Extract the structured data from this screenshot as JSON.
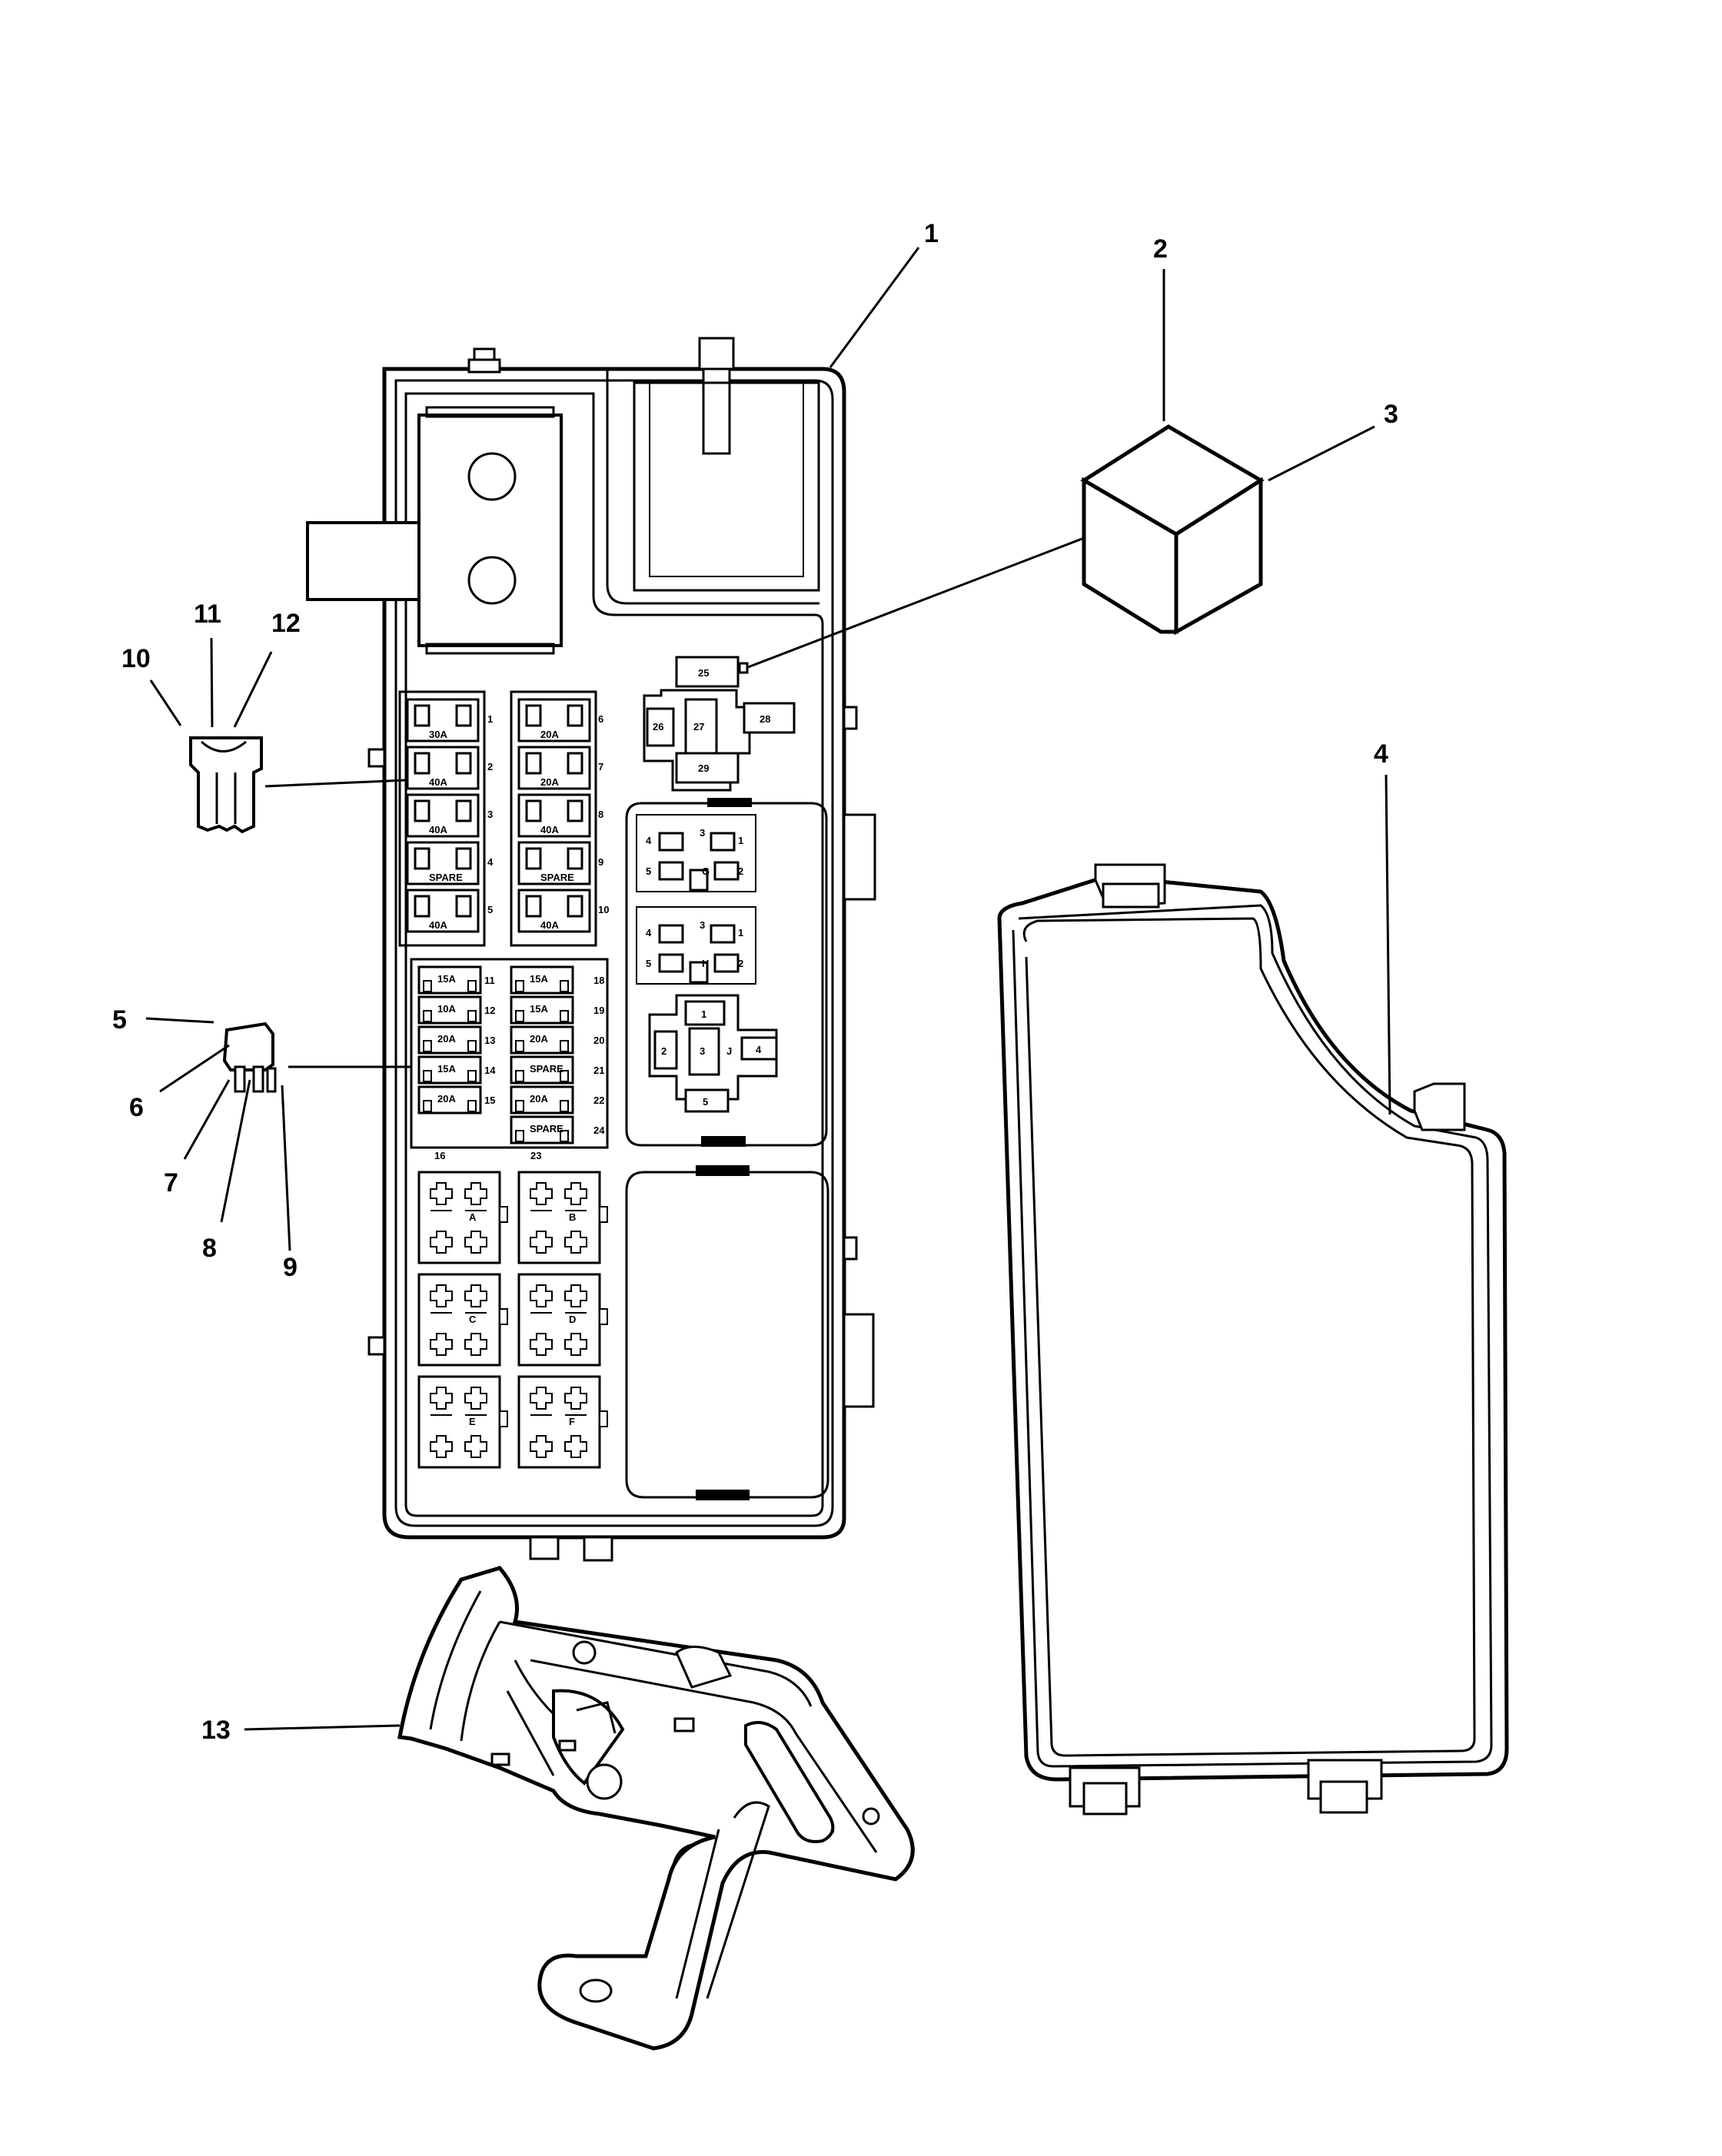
{
  "callouts": [
    "1",
    "2",
    "3",
    "4",
    "5",
    "6",
    "7",
    "8",
    "9",
    "10",
    "11",
    "12",
    "13"
  ],
  "upper_fuses_left": [
    {
      "rating": "30A",
      "no": "1"
    },
    {
      "rating": "40A",
      "no": "2"
    },
    {
      "rating": "40A",
      "no": "3"
    },
    {
      "rating": "SPARE",
      "no": "4"
    },
    {
      "rating": "40A",
      "no": "5"
    }
  ],
  "upper_fuses_right": [
    {
      "rating": "20A",
      "no": "6"
    },
    {
      "rating": "20A",
      "no": "7"
    },
    {
      "rating": "40A",
      "no": "8"
    },
    {
      "rating": "SPARE",
      "no": "9"
    },
    {
      "rating": "40A",
      "no": "10"
    }
  ],
  "mini_fuses_left": [
    {
      "rating": "15A",
      "no": "11"
    },
    {
      "rating": "10A",
      "no": "12"
    },
    {
      "rating": "20A",
      "no": "13"
    },
    {
      "rating": "15A",
      "no": "14"
    },
    {
      "rating": "20A",
      "no": "15"
    }
  ],
  "mini_fuses_right": [
    {
      "rating": "15A",
      "no": "18"
    },
    {
      "rating": "15A",
      "no": "19"
    },
    {
      "rating": "20A",
      "no": "20"
    },
    {
      "rating": "SPARE",
      "no": "21"
    },
    {
      "rating": "20A",
      "no": "22"
    },
    {
      "rating": "SPARE",
      "no": "24"
    }
  ],
  "mini_fuse_row_bottom": [
    "16",
    "23"
  ],
  "relay_slots": [
    "A",
    "B",
    "C",
    "D",
    "E",
    "F"
  ],
  "relay_cluster_top": [
    "25",
    "26",
    "27",
    "28",
    "29"
  ],
  "relay_g_pins": [
    "4",
    "3",
    "1",
    "5",
    "G",
    "2"
  ],
  "relay_h_pins": [
    "4",
    "3",
    "1",
    "5",
    "H",
    "2"
  ],
  "relay_j_pins": [
    "1",
    "2",
    "3",
    "J",
    "4",
    "5"
  ]
}
